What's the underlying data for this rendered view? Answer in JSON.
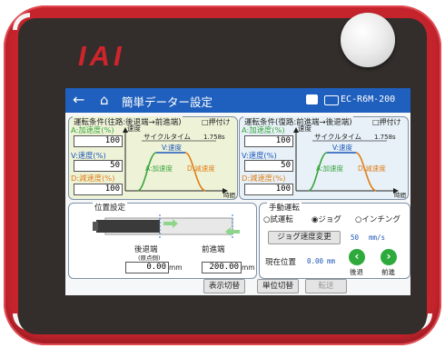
{
  "device": {
    "brand": "IAI",
    "colors": {
      "body": "#c6242d",
      "bezel": "#332e2b",
      "titlebar": "#1f5fbd",
      "accel": "#39a33c",
      "velocity": "#1d56b8",
      "decel": "#e07d16"
    }
  },
  "header": {
    "back_icon": "←",
    "home_icon": "⌂",
    "title": "簡単データー設定",
    "model": "EC-R6M-200"
  },
  "outbound": {
    "title": "運転条件(往路:後退端→前進端)",
    "push_label": "□押付け",
    "accel_label": "A:加速度(%)",
    "accel_value": "100",
    "vel_label": "V:速度(%)",
    "vel_value": "50",
    "decel_label": "D:減速度(%)",
    "decel_value": "100",
    "graph": {
      "speed_axis": "速度",
      "time_axis": "時間",
      "cycle_label": "サイクルタイム",
      "cycle_value": "1.758s",
      "vel_curve": "V:速度",
      "accel_curve": "A:加速度",
      "decel_curve": "D:減速度"
    }
  },
  "return": {
    "title": "運転条件(復路:前進端→後退端)",
    "push_label": "□押付け",
    "accel_label": "A:加速度(%)",
    "accel_value": "100",
    "vel_label": "V:速度(%)",
    "vel_value": "50",
    "decel_label": "D:減速度(%)",
    "decel_value": "100",
    "graph": {
      "speed_axis": "速度",
      "time_axis": "時間",
      "cycle_label": "サイクルタイム",
      "cycle_value": "1.758s",
      "vel_curve": "V:速度",
      "accel_curve": "A:加速度",
      "decel_curve": "D:減速度"
    }
  },
  "position": {
    "title": "位置設定",
    "back_end_label": "後退端",
    "origin_note": "(原点側)",
    "front_end_label": "前進端",
    "back_end_value": "0.00",
    "front_end_value": "200.00",
    "unit": "mm"
  },
  "manual": {
    "title": "手動運転",
    "modes": [
      "○試運転",
      "◉ジョグ",
      "○インチング"
    ],
    "jog_speed_button": "ジョグ速度変更",
    "jog_speed_value": "50",
    "jog_speed_unit": "mm/s",
    "current_pos_label": "現在位置",
    "current_pos_value": "0.00",
    "current_pos_unit": "mm",
    "back_button": "後退",
    "forward_button": "前進"
  },
  "footer": {
    "display_switch": "表示切替",
    "unit_switch": "単位切替",
    "transfer": "転送"
  }
}
